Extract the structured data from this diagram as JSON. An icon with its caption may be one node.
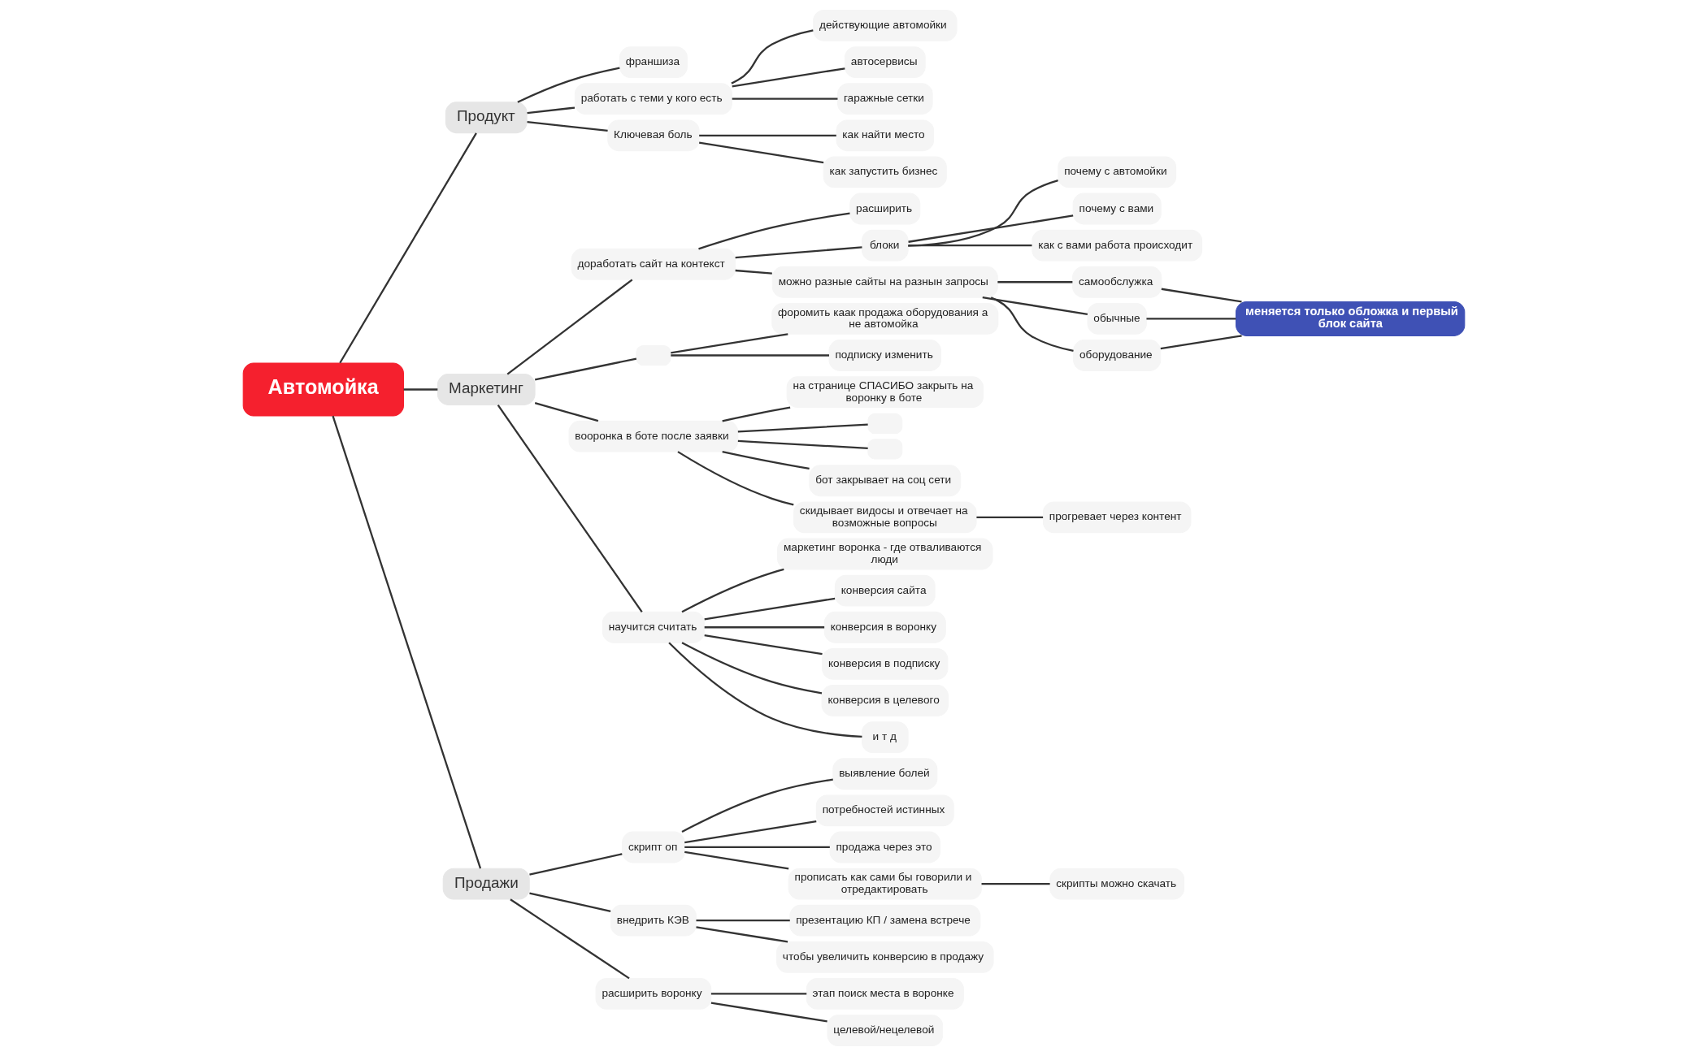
{
  "diagram": {
    "nodes": [
      {
        "text": [
          "Автомойка"
        ]
      },
      {
        "text": [
          "Продукт"
        ]
      },
      {
        "text": [
          "франшиза"
        ]
      },
      {
        "text": [
          "работать с теми у кого есть"
        ]
      },
      {
        "text": [
          "действующие автомойки"
        ]
      },
      {
        "text": [
          "автосервисы"
        ]
      },
      {
        "text": [
          "гаражные сетки"
        ]
      },
      {
        "text": [
          "Ключевая боль"
        ]
      },
      {
        "text": [
          "как найти место"
        ]
      },
      {
        "text": [
          "как запустить бизнес"
        ]
      },
      {
        "text": [
          "Маркетинг"
        ]
      },
      {
        "text": [
          "доработать сайт на контекст"
        ]
      },
      {
        "text": [
          "расширить"
        ]
      },
      {
        "text": [
          "блоки"
        ]
      },
      {
        "text": [
          "почему с автомойки"
        ]
      },
      {
        "text": [
          "почему с вами"
        ]
      },
      {
        "text": [
          "как с вами работа происходит"
        ]
      },
      {
        "text": [
          "можно разные сайты на разнын запросы"
        ]
      },
      {
        "text": [
          "самообслужка"
        ]
      },
      {
        "text": [
          "обычные"
        ]
      },
      {
        "text": [
          "оборудование"
        ]
      },
      {
        "text": [
          "меняется только обложка и первый блок сайта"
        ]
      },
      {
        "text": [],
        "shape": "box"
      },
      {
        "text": [
          "форомить каак продажа оборудования а не автомойка"
        ]
      },
      {
        "text": [
          "подписку изменить"
        ]
      },
      {
        "text": [
          "вооронка в боте после заявки"
        ]
      },
      {
        "text": [
          "на странице СПАСИБО закрыть на воронку в боте"
        ]
      },
      {
        "text": [],
        "shape": "box"
      },
      {
        "text": [],
        "shape": "box"
      },
      {
        "text": [
          "бот закрывает на соц сети"
        ]
      },
      {
        "text": [
          "скидывает видосы и отвечает на возможные вопросы"
        ]
      },
      {
        "text": [
          "прогревает через контент"
        ]
      },
      {
        "text": [
          "научится считать"
        ]
      },
      {
        "text": [
          "маркетинг воронка - где отваливаются люди"
        ]
      },
      {
        "text": [
          "конверсия сайта"
        ]
      },
      {
        "text": [
          "конверсия в воронку"
        ]
      },
      {
        "text": [
          "конверсия в подписку"
        ]
      },
      {
        "text": [
          "конверсия в целевого"
        ]
      },
      {
        "text": [
          "и т д"
        ]
      },
      {
        "text": [
          "Продажи"
        ]
      },
      {
        "text": [
          "скрипт оп"
        ]
      },
      {
        "text": [
          "выявление болей"
        ]
      },
      {
        "text": [
          "потребностей истинных"
        ]
      },
      {
        "text": [
          "продажа через это"
        ]
      },
      {
        "text": [
          "прописать как сами бы говорили и отредактировать"
        ]
      },
      {
        "text": [
          "скрипты можно скачать"
        ]
      },
      {
        "text": [
          "внедрить КЭВ"
        ]
      },
      {
        "text": [
          "презентацию КП / замена встрече"
        ]
      },
      {
        "text": [
          "чтобы увеличить конверсию в продажу"
        ]
      },
      {
        "text": [
          "расширить воронку"
        ]
      },
      {
        "text": [
          "этап поиск места в воронке"
        ]
      },
      {
        "text": [
          "целевой/нецелевой"
        ]
      }
    ],
    "edges": [
      {
        "from": 0,
        "to": 1,
        "arrow": "none"
      },
      {
        "from": 1,
        "to": 2,
        "arrow": "none"
      },
      {
        "from": 1,
        "to": 3,
        "arrow": "none"
      },
      {
        "from": 3,
        "to": 4,
        "arrow": "none"
      },
      {
        "from": 3,
        "to": 5,
        "arrow": "none"
      },
      {
        "from": 3,
        "to": 6,
        "arrow": "none"
      },
      {
        "from": 1,
        "to": 7,
        "arrow": "none"
      },
      {
        "from": 7,
        "to": 8,
        "arrow": "none"
      },
      {
        "from": 7,
        "to": 9,
        "arrow": "none"
      },
      {
        "from": 0,
        "to": 10,
        "arrow": "none"
      },
      {
        "from": 10,
        "to": 11,
        "arrow": "none"
      },
      {
        "from": 11,
        "to": 12,
        "arrow": "none"
      },
      {
        "from": 11,
        "to": 13,
        "arrow": "none"
      },
      {
        "from": 13,
        "to": 14,
        "arrow": "none"
      },
      {
        "from": 13,
        "to": 15,
        "arrow": "none"
      },
      {
        "from": 13,
        "to": 16,
        "arrow": "none"
      },
      {
        "from": 11,
        "to": 17,
        "arrow": "none"
      },
      {
        "from": 17,
        "to": 18,
        "arrow": "none"
      },
      {
        "from": 17,
        "to": 19,
        "arrow": "none"
      },
      {
        "from": 17,
        "to": 20,
        "arrow": "none"
      },
      {
        "from": 18,
        "to": 21,
        "arrow": "none"
      },
      {
        "from": 19,
        "to": 21,
        "arrow": "none"
      },
      {
        "from": 20,
        "to": 21,
        "arrow": "none"
      },
      {
        "from": 10,
        "to": 22,
        "arrow": "none"
      },
      {
        "from": 22,
        "to": 23,
        "arrow": "none"
      },
      {
        "from": 22,
        "to": 24,
        "arrow": "none"
      },
      {
        "from": 10,
        "to": 25,
        "arrow": "none"
      },
      {
        "from": 25,
        "to": 26,
        "arrow": "none"
      },
      {
        "from": 25,
        "to": 27,
        "arrow": "none"
      },
      {
        "from": 25,
        "to": 28,
        "arrow": "none"
      },
      {
        "from": 25,
        "to": 29,
        "arrow": "none"
      },
      {
        "from": 25,
        "to": 30,
        "arrow": "none"
      },
      {
        "from": 30,
        "to": 31,
        "arrow": "none"
      },
      {
        "from": 10,
        "to": 32,
        "arrow": "none"
      },
      {
        "from": 32,
        "to": 33,
        "arrow": "none"
      },
      {
        "from": 32,
        "to": 34,
        "arrow": "none"
      },
      {
        "from": 32,
        "to": 35,
        "arrow": "none"
      },
      {
        "from": 32,
        "to": 36,
        "arrow": "none"
      },
      {
        "from": 32,
        "to": 37,
        "arrow": "none"
      },
      {
        "from": 32,
        "to": 38,
        "arrow": "none"
      },
      {
        "from": 0,
        "to": 39,
        "arrow": "none"
      },
      {
        "from": 39,
        "to": 40,
        "arrow": "none"
      },
      {
        "from": 40,
        "to": 41,
        "arrow": "none"
      },
      {
        "from": 40,
        "to": 42,
        "arrow": "none"
      },
      {
        "from": 40,
        "to": 43,
        "arrow": "none"
      },
      {
        "from": 40,
        "to": 44,
        "arrow": "none"
      },
      {
        "from": 44,
        "to": 45,
        "arrow": "none"
      },
      {
        "from": 39,
        "to": 46,
        "arrow": "none"
      },
      {
        "from": 46,
        "to": 47,
        "arrow": "none"
      },
      {
        "from": 46,
        "to": 48,
        "arrow": "none"
      },
      {
        "from": 39,
        "to": 49,
        "arrow": "none"
      },
      {
        "from": 49,
        "to": 50,
        "arrow": "none"
      },
      {
        "from": 49,
        "to": 51,
        "arrow": "none"
      }
    ]
  }
}
